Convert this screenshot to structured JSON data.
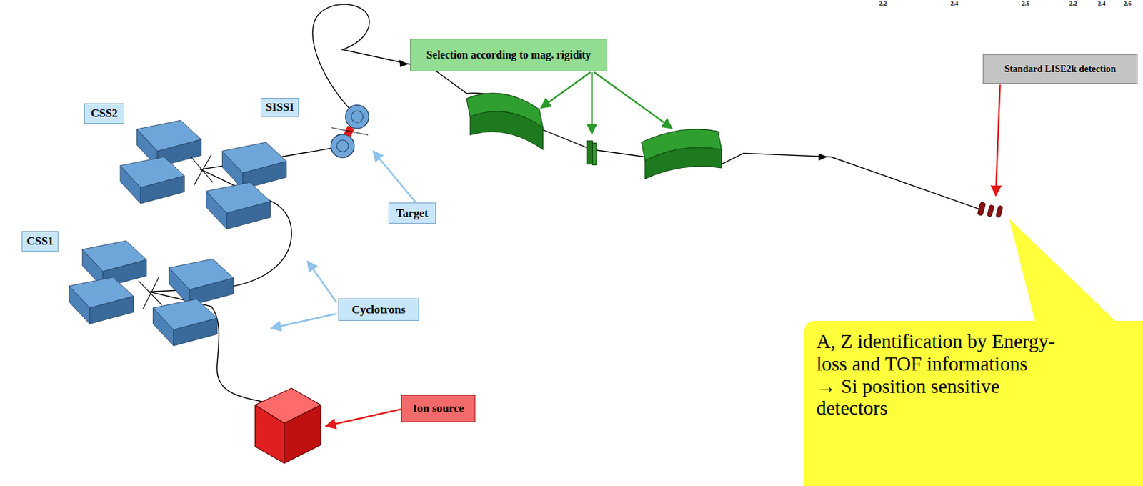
{
  "diagram": {
    "nodes": [
      {
        "text": [
          "Selection according to mag. rigidity"
        ]
      },
      {
        "text": [
          "Standard LISE2k detection"
        ]
      },
      {
        "text": [
          "SISSI"
        ]
      },
      {
        "text": [
          "CSS2"
        ]
      },
      {
        "text": [
          "Target"
        ]
      },
      {
        "text": [
          "CSS1"
        ]
      },
      {
        "text": [
          "Cyclotrons"
        ]
      },
      {
        "text": [
          "A, Z identification by Energy-loss and TOF informations",
          "→ Si position sensitive detectors"
        ]
      },
      {
        "text": [
          "Ion source"
        ]
      }
    ],
    "labels": [
      "2.2",
      "2.4",
      "2.6",
      "2.2",
      "2.4",
      "2.6"
    ]
  }
}
